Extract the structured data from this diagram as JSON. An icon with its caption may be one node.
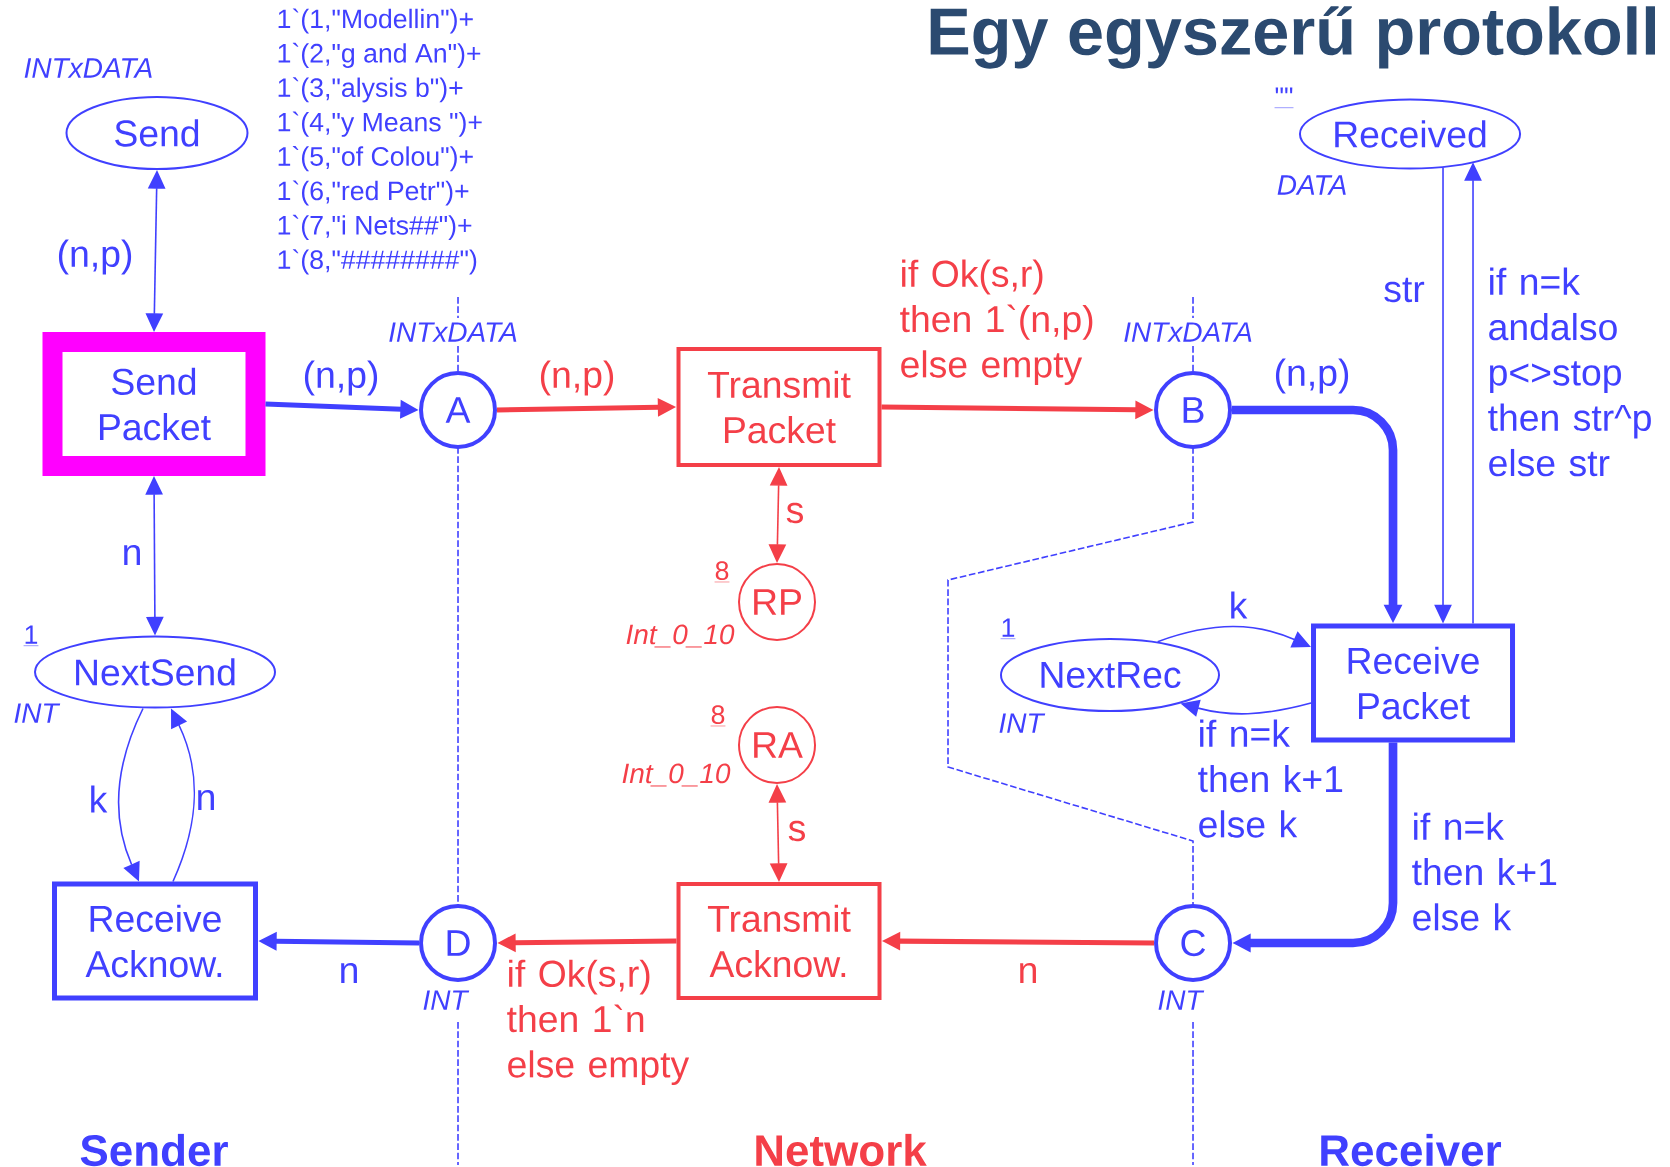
{
  "diagram": {
    "title": "Egy egyszerű protokoll",
    "nodes": [
      {
        "text": [
          "Send"
        ],
        "beside": [
          "INTxDATA",
          "1`(1,\"Modellin\")+",
          "1`(2,\"g and An\")+",
          "1`(3,\"alysis b\")+",
          "1`(4,\"y Means \")+",
          "1`(5,\"of Colou\")+",
          "1`(6,\"red Petr\")+",
          "1`(7,\"i Nets##\")+",
          "1`(8,\"########\")"
        ]
      },
      {
        "text": [
          "Send Packet"
        ]
      },
      {
        "text": [
          "A"
        ],
        "beside": [
          "INTxDATA"
        ]
      },
      {
        "text": [
          "Transmit Packet"
        ]
      },
      {
        "text": [
          "B"
        ],
        "beside": [
          "INTxDATA"
        ]
      },
      {
        "text": [
          "Received"
        ],
        "beside": [
          "\"\"",
          "DATA"
        ]
      },
      {
        "text": [
          "RP"
        ],
        "beside": [
          "8",
          "Int_0_10"
        ]
      },
      {
        "text": [
          "RA"
        ],
        "beside": [
          "8",
          "Int_0_10"
        ]
      },
      {
        "text": [
          "NextSend"
        ],
        "beside": [
          "1",
          "INT"
        ]
      },
      {
        "text": [
          "NextRec"
        ],
        "beside": [
          "1",
          "INT"
        ]
      },
      {
        "text": [
          "Receive Packet"
        ]
      },
      {
        "text": [
          "Receive Acknow."
        ]
      },
      {
        "text": [
          "D"
        ],
        "beside": [
          "INT"
        ]
      },
      {
        "text": [
          "Transmit Acknow."
        ]
      },
      {
        "text": [
          "C"
        ],
        "beside": [
          "INT"
        ]
      }
    ],
    "edges": [
      {
        "from": 0,
        "to": 1,
        "arrow": "both",
        "label": "(n,p)"
      },
      {
        "from": 1,
        "to": 2,
        "arrow": "to",
        "label": "(n,p)",
        "style": "thick"
      },
      {
        "from": 2,
        "to": 3,
        "arrow": "to",
        "label": "(n,p)",
        "style": "thick",
        "color": "#f43f48"
      },
      {
        "from": 3,
        "to": 4,
        "arrow": "to",
        "label": "if Ok(s,r) then 1`(n,p) else empty",
        "style": "thick",
        "color": "#f43f48"
      },
      {
        "from": 4,
        "to": 10,
        "arrow": "to",
        "label": "(n,p)",
        "style": "thick"
      },
      {
        "from": 5,
        "to": 10,
        "arrow": "to",
        "label": "str"
      },
      {
        "from": 10,
        "to": 5,
        "arrow": "to",
        "label": "if n=k andalso p<>stop then str^p else str"
      },
      {
        "from": 3,
        "to": 6,
        "arrow": "both",
        "label": "s",
        "color": "#f43f48"
      },
      {
        "from": 7,
        "to": 13,
        "arrow": "both",
        "label": "s",
        "color": "#f43f48"
      },
      {
        "from": 1,
        "to": 8,
        "arrow": "both",
        "label": "n"
      },
      {
        "from": 8,
        "to": 11,
        "arrow": "to",
        "label": "k"
      },
      {
        "from": 11,
        "to": 8,
        "arrow": "to",
        "label": "n"
      },
      {
        "from": 9,
        "to": 10,
        "arrow": "to",
        "label": "k"
      },
      {
        "from": 10,
        "to": 9,
        "arrow": "to",
        "label": "if n=k then k+1 else k"
      },
      {
        "from": 10,
        "to": 14,
        "arrow": "to",
        "label": "if n=k then k+1 else k",
        "style": "thick"
      },
      {
        "from": 14,
        "to": 13,
        "arrow": "to",
        "label": "n",
        "style": "thick",
        "color": "#f43f48"
      },
      {
        "from": 13,
        "to": 12,
        "arrow": "to",
        "label": "if Ok(s,r) then 1`n else empty",
        "style": "thick",
        "color": "#f43f48"
      },
      {
        "from": 12,
        "to": 11,
        "arrow": "to",
        "label": "n",
        "style": "thick"
      }
    ],
    "labels": [
      "Sender",
      "Network",
      "Receiver"
    ]
  }
}
